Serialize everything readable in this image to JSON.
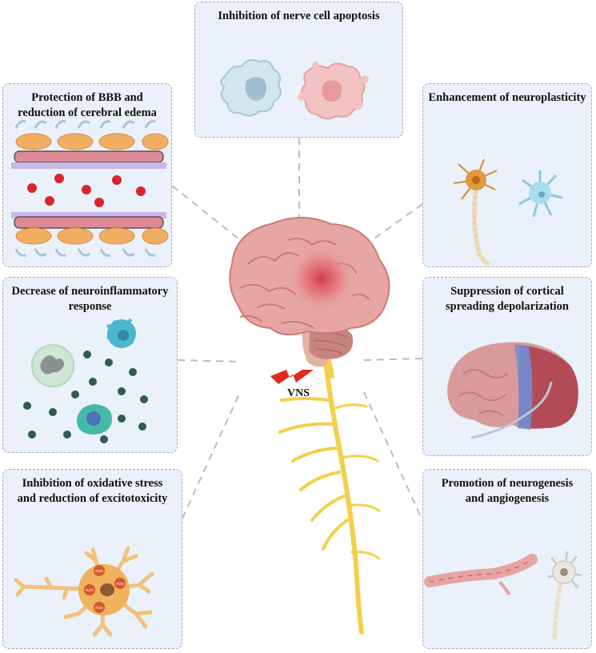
{
  "panels": {
    "apoptosis": {
      "title": "Inhibition of nerve cell apoptosis"
    },
    "bbb": {
      "title_line1": "Protection of BBB and",
      "title_line2": "reduction of cerebral edema"
    },
    "neuroplasticity": {
      "title": "Enhancement of neuroplasticity"
    },
    "neuroinflammatory": {
      "title_line1": "Decrease of neuroinflammatory",
      "title_line2": "response"
    },
    "csd": {
      "title_line1": "Suppression of cortical",
      "title_line2": "spreading depolarization"
    },
    "oxidative": {
      "title_line1": "Inhibition of oxidative stress",
      "title_line2": "and reduction of excitotoxicity"
    },
    "neurogenesis": {
      "title_line1": "Promotion of neurogenesis",
      "title_line2": "and angiogenesis"
    }
  },
  "center": {
    "vns_label": "VNS"
  },
  "ros_labels": [
    "ROS",
    "ROS",
    "ROS",
    "ROS"
  ],
  "colors": {
    "panel_bg": "#eaf1fa",
    "panel_border": "#a9aeb6",
    "brain": "#e7a6a3",
    "brain_dark": "#c97b79",
    "nerve": "#f3d04a",
    "lightning": "#e02a1f",
    "red_cell": "#d9262c",
    "immune_dot": "#2f5a5a"
  }
}
